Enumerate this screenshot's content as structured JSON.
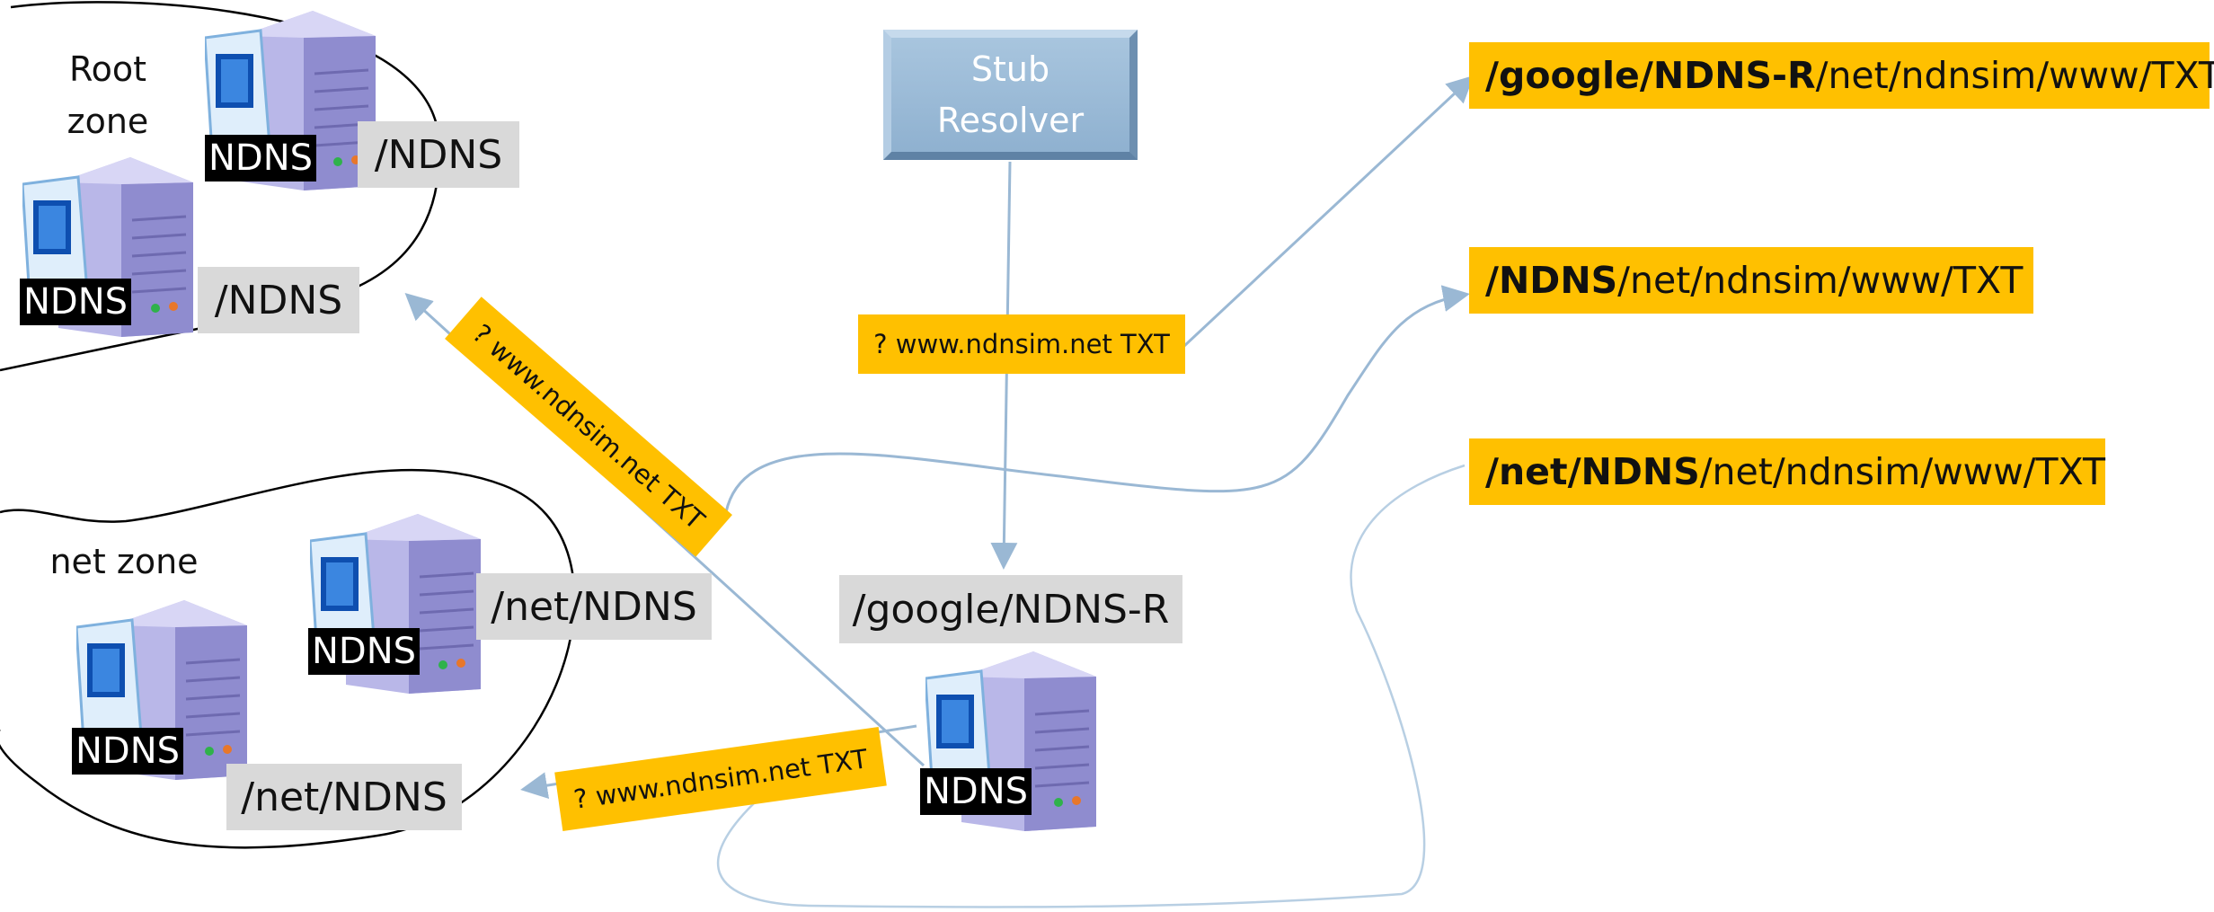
{
  "stub_resolver": {
    "label": "Stub\nResolver"
  },
  "zones": {
    "root": {
      "title": "Root\nzone"
    },
    "net": {
      "title": "net zone"
    }
  },
  "server_tag": "NDNS",
  "name_labels": {
    "root_1": "/NDNS",
    "root_2": "/NDNS",
    "net_1": "/net/NDNS",
    "net_2": "/net/NDNS",
    "resolver": "/google/NDNS-R"
  },
  "queries": {
    "stub_to_resolver": "? www.ndnsim.net TXT",
    "to_root": "? www.ndnsim.net TXT",
    "to_net": "? www.ndnsim.net TXT"
  },
  "interest_names": [
    {
      "bold_a": "/google/NDNS-R",
      "rest": "/net/ndnsim/www/TXT"
    },
    {
      "bold_a": "/NDNS",
      "rest": "/net/ndnsim/www/TXT"
    },
    {
      "bold_a": "/net/NDNS",
      "rest": "/net/ndnsim/www/TXT"
    }
  ],
  "colors": {
    "highlight": "#ffc000",
    "label_gray": "#d9d9d9",
    "arrow": "#9ab8d4",
    "stub_fill": "#a8c5de"
  }
}
